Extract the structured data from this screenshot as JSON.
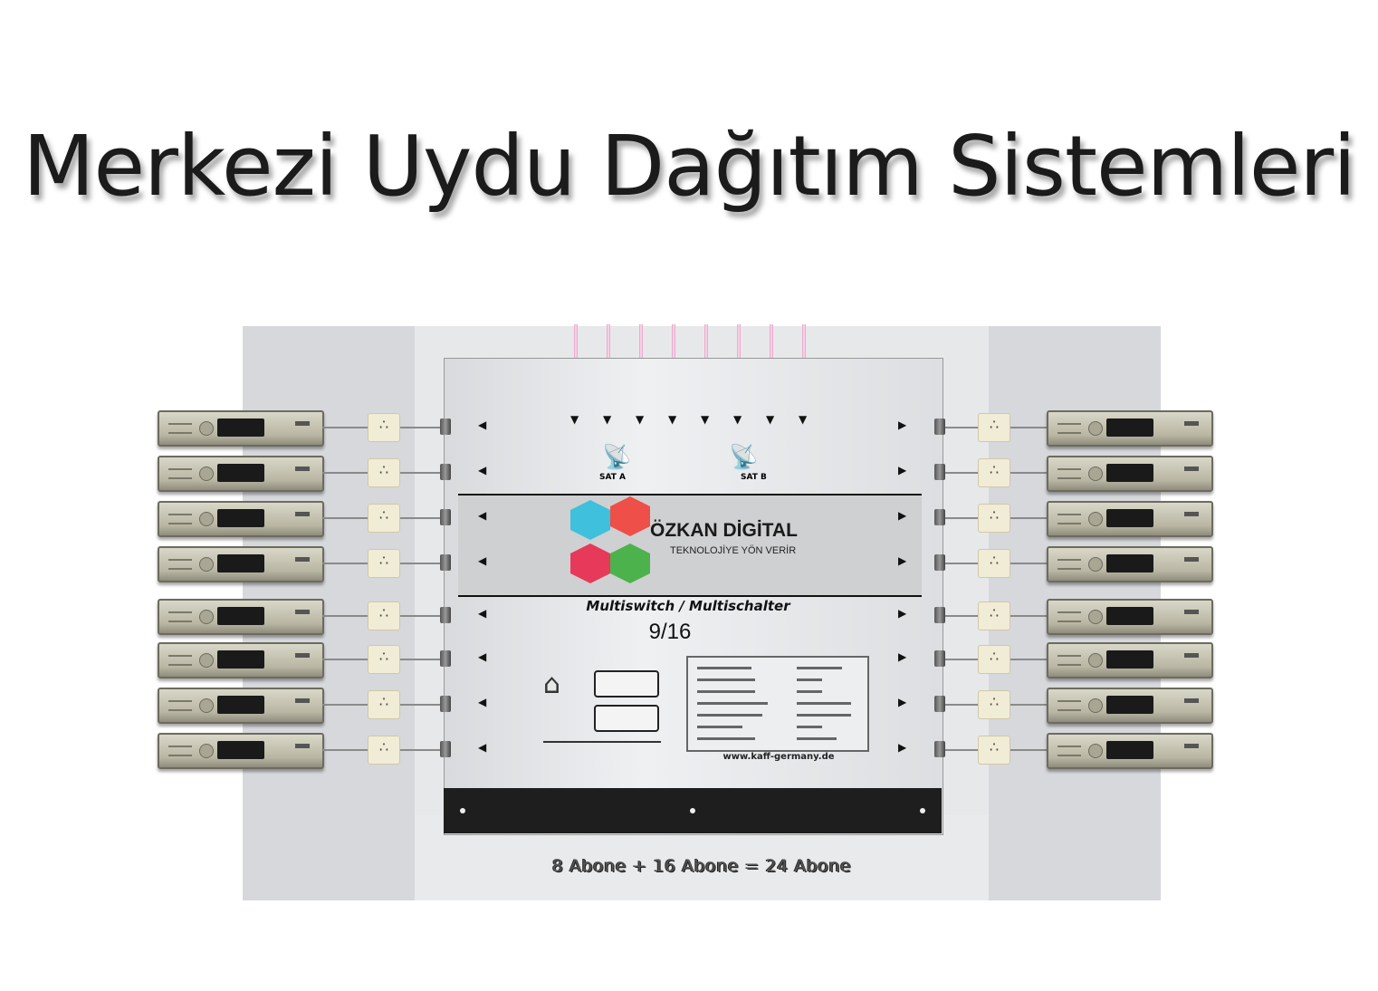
{
  "title": "Merkezi Uydu Dağıtım Sistemleri",
  "logo": {
    "name": "ÖZKAN DİGİTAL",
    "tagline": "TEKNOLOJİYE YÖN VERİR",
    "colors": [
      "#3fc0dc",
      "#ee4f48",
      "#e73959",
      "#4cb24c"
    ]
  },
  "device": {
    "label": "Multiswitch / Multischalter",
    "model": "9/16",
    "url": "www.kaff-germany.de",
    "inputs": [
      "SAT A",
      "SAT B"
    ]
  },
  "footer": "8 Abone + 16 Abone = 24 Abone",
  "icons": [
    "receiver-icon",
    "wall-outlet-icon",
    "satellite-dish-icon",
    "house-icon"
  ]
}
